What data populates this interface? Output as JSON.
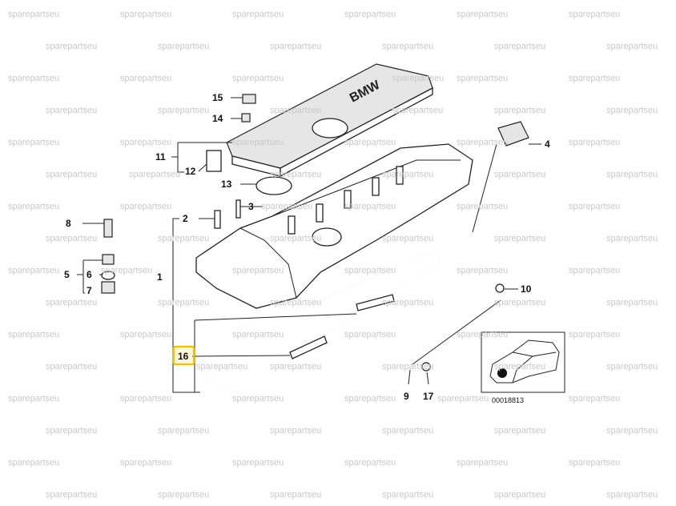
{
  "watermark": "sparepartseu",
  "callouts": {
    "c1": "1",
    "c2": "2",
    "c3": "3",
    "c4": "4",
    "c5": "5",
    "c6": "6",
    "c7": "7",
    "c8": "8",
    "c9": "9",
    "c10": "10",
    "c11": "11",
    "c12": "12",
    "c13": "13",
    "c14": "14",
    "c15": "15",
    "c16": "16",
    "c17": "17"
  },
  "highlighted_callout": "16",
  "highlight_color": "#f2c200",
  "cover_logo": "BMW",
  "inset": {
    "code": "00018813"
  }
}
